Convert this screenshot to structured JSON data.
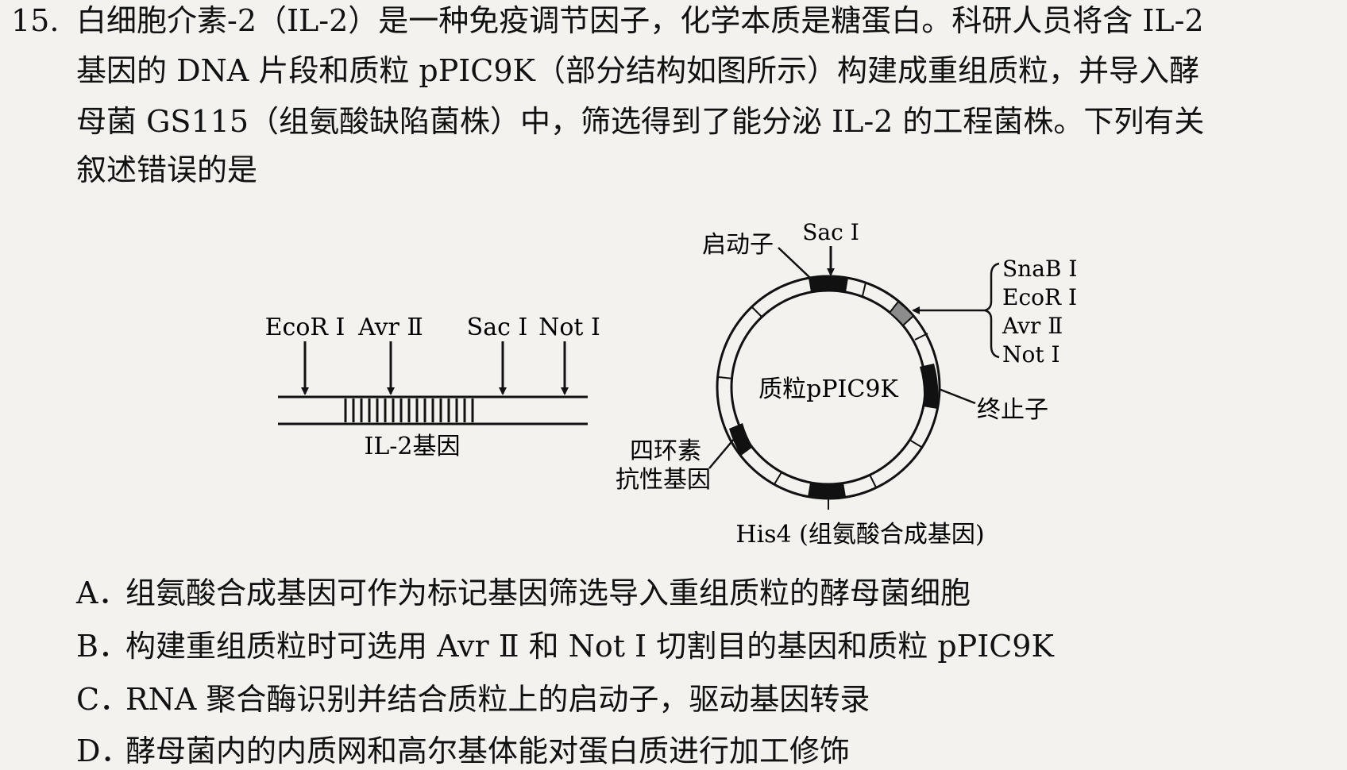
{
  "question": {
    "number": "15.",
    "stem_lines": [
      "白细胞介素-2（IL-2）是一种免疫调节因子，化学本质是糖蛋白。科研人员将含 IL-2",
      "基因的 DNA 片段和质粒 pPIC9K（部分结构如图所示）构建成重组质粒，并导入酵",
      "母菌 GS115（组氨酸缺陷菌株）中，筛选得到了能分泌 IL-2 的工程菌株。下列有关",
      "叙述错误的是"
    ]
  },
  "figure": {
    "left_sites": [
      "EcoR Ⅰ",
      "Avr Ⅱ",
      "Sac Ⅰ",
      "Not Ⅰ"
    ],
    "left_gene_label": "IL-2基因",
    "plasmid_name": "质粒pPIC9K",
    "promoter_label": "启动子",
    "sac_label": "Sac Ⅰ",
    "mcs_sites": [
      "SnaB Ⅰ",
      "EcoR Ⅰ",
      "Avr Ⅱ",
      "Not Ⅰ"
    ],
    "terminator_label": "终止子",
    "tet_label_line1": "四环素",
    "tet_label_line2": "抗性基因",
    "his_label": "His4 (组氨酸合成基因)"
  },
  "options": [
    {
      "label": "A．",
      "text": "组氨酸合成基因可作为标记基因筛选导入重组质粒的酵母菌细胞"
    },
    {
      "label": "B．",
      "text": "构建重组质粒时可选用 Avr Ⅱ 和 Not Ⅰ 切割目的基因和质粒 pPIC9K"
    },
    {
      "label": "C．",
      "text": "RNA 聚合酶识别并结合质粒上的启动子，驱动基因转录"
    },
    {
      "label": "D．",
      "text": "酵母菌内的内质网和高尔基体能对蛋白质进行加工修饰"
    }
  ]
}
